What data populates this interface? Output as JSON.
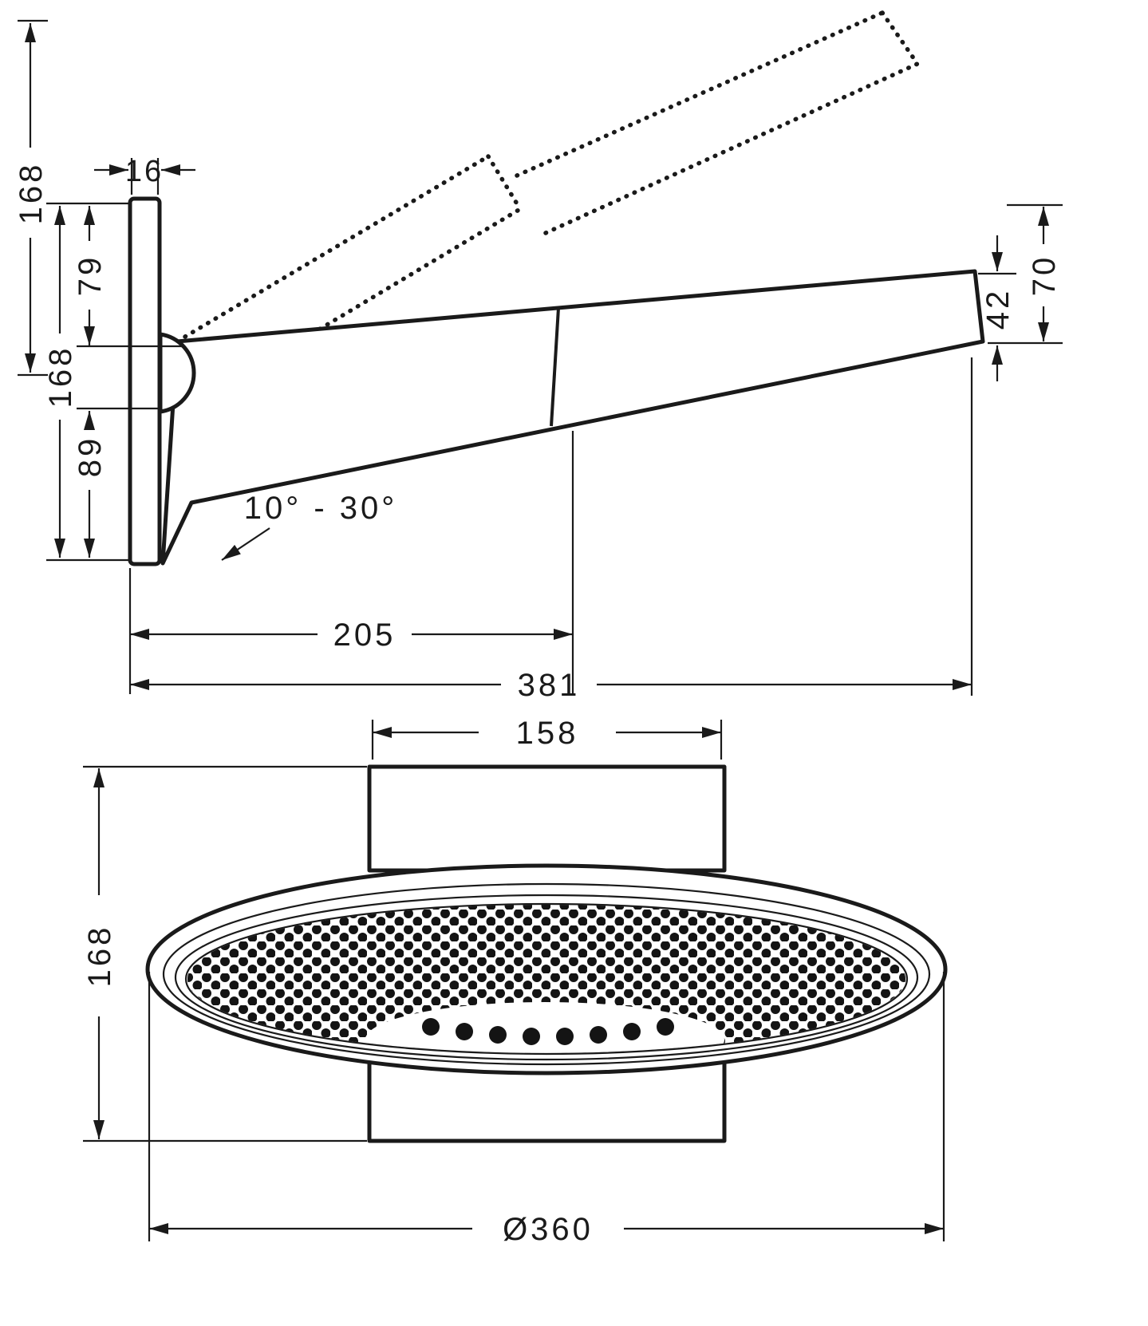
{
  "drawing": {
    "side_view": {
      "dim_168_outer": "168",
      "dim_79": "79",
      "dim_168_plate": "168",
      "dim_89": "89",
      "dim_16": "16",
      "angle_range": "10° - 30°",
      "dim_205": "205",
      "dim_381": "381",
      "dim_42": "42",
      "dim_70": "70"
    },
    "front_view": {
      "dim_158": "158",
      "dim_168": "168",
      "dim_diameter": "Ø360"
    },
    "colors": {
      "line": "#1a1a1a",
      "background": "#ffffff"
    }
  }
}
